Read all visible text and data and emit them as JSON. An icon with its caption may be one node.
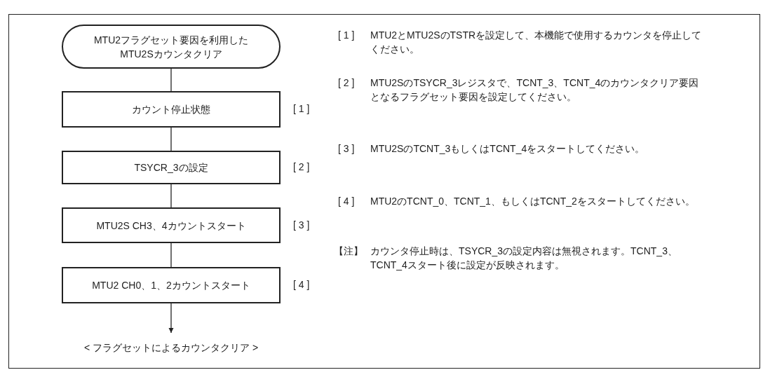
{
  "diagram": {
    "caption": "< フラグセットによるカウンタクリア >",
    "nodes": [
      {
        "text": [
          "MTU2フラグセット要因を利用したMTU2Sカウンタクリア"
        ]
      },
      {
        "text": [
          "カウント停止状態"
        ],
        "beside": [
          "[ 1 ]"
        ]
      },
      {
        "text": [
          "TSYCR_3の設定"
        ],
        "beside": [
          "[ 2 ]"
        ]
      },
      {
        "text": [
          "MTU2S CH3、4カウントスタート"
        ],
        "beside": [
          "[ 3 ]"
        ]
      },
      {
        "text": [
          "MTU2 CH0、1、2カウントスタート"
        ],
        "beside": [
          "[ 4 ]"
        ]
      }
    ],
    "edges": [
      {
        "from": 0,
        "to": 1,
        "arrow": "none"
      },
      {
        "from": 1,
        "to": 2,
        "arrow": "none"
      },
      {
        "from": 2,
        "to": 3,
        "arrow": "none"
      },
      {
        "from": 3,
        "to": 4,
        "arrow": "none"
      },
      {
        "from": 4,
        "to": null,
        "arrow": "to"
      }
    ],
    "labels": [
      "[ 1 ]",
      "MTU2とMTU2SのTSTRを設定して、本機能で使用するカウンタを停止してください。",
      "[ 2 ]",
      "MTU2SのTSYCR_3レジスタで、TCNT_3、TCNT_4のカウンタクリア要因となるフラグセット要因を設定してください。",
      "[ 3 ]",
      "MTU2SのTCNT_3もしくはTCNT_4をスタートしてください。",
      "[ 4 ]",
      "MTU2のTCNT_0、TCNT_1、もしくはTCNT_2をスタートしてください。",
      "【注】",
      "カウンタ停止時は、TSYCR_3の設定内容は無視されます。TCNT_3、TCNT_4スタート後に設定が反映されます。"
    ]
  }
}
